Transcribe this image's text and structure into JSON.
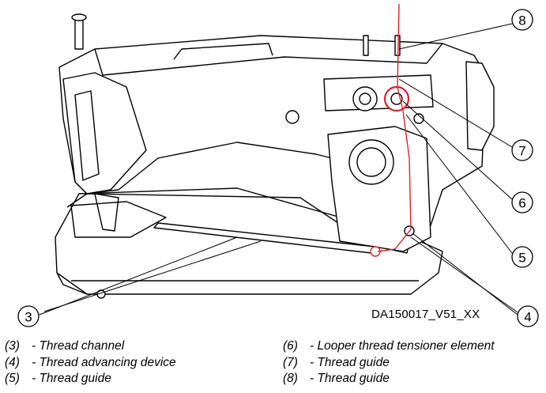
{
  "figure": {
    "callouts": [
      {
        "number": "3"
      },
      {
        "number": "4"
      },
      {
        "number": "5"
      },
      {
        "number": "6"
      },
      {
        "number": "7"
      },
      {
        "number": "8"
      }
    ],
    "reference_code": "DA150017_V51_XX"
  },
  "legend": {
    "left": [
      {
        "num": "(3)",
        "text": "- Thread channel"
      },
      {
        "num": "(4)",
        "text": "- Thread advancing device"
      },
      {
        "num": "(5)",
        "text": "- Thread guide"
      }
    ],
    "right": [
      {
        "num": "(6)",
        "text": "- Looper thread tensioner element"
      },
      {
        "num": "(7)",
        "text": "- Thread guide"
      },
      {
        "num": "(8)",
        "text": "- Thread guide"
      }
    ]
  },
  "colors": {
    "line": "#000000",
    "thread": "#e0202a",
    "fill": "#ffffff"
  }
}
